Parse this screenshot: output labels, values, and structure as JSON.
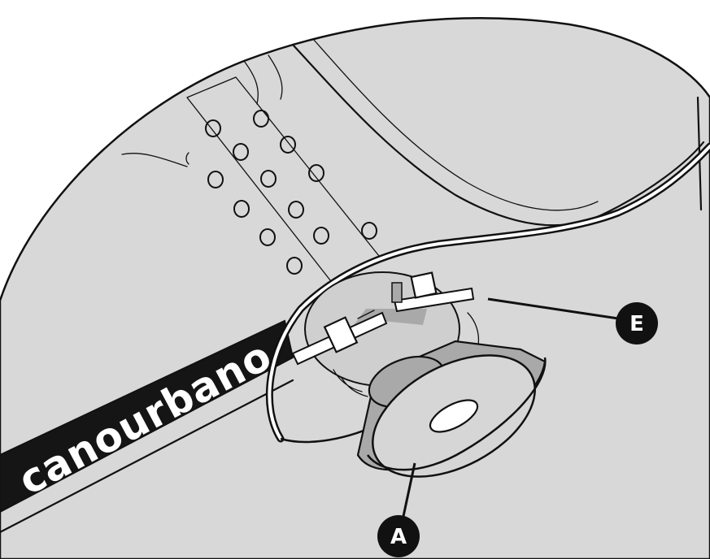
{
  "diagram": {
    "brand_label": "canourbano",
    "callouts": [
      {
        "id": "A",
        "label": "A"
      },
      {
        "id": "E",
        "label": "E"
      }
    ],
    "colors": {
      "background": "#ffffff",
      "surface": "#d8d8d8",
      "shade": "#a9a9a9",
      "band": "#151515",
      "outline": "#111111",
      "callout_fill": "#111111",
      "callout_text": "#ffffff"
    }
  }
}
